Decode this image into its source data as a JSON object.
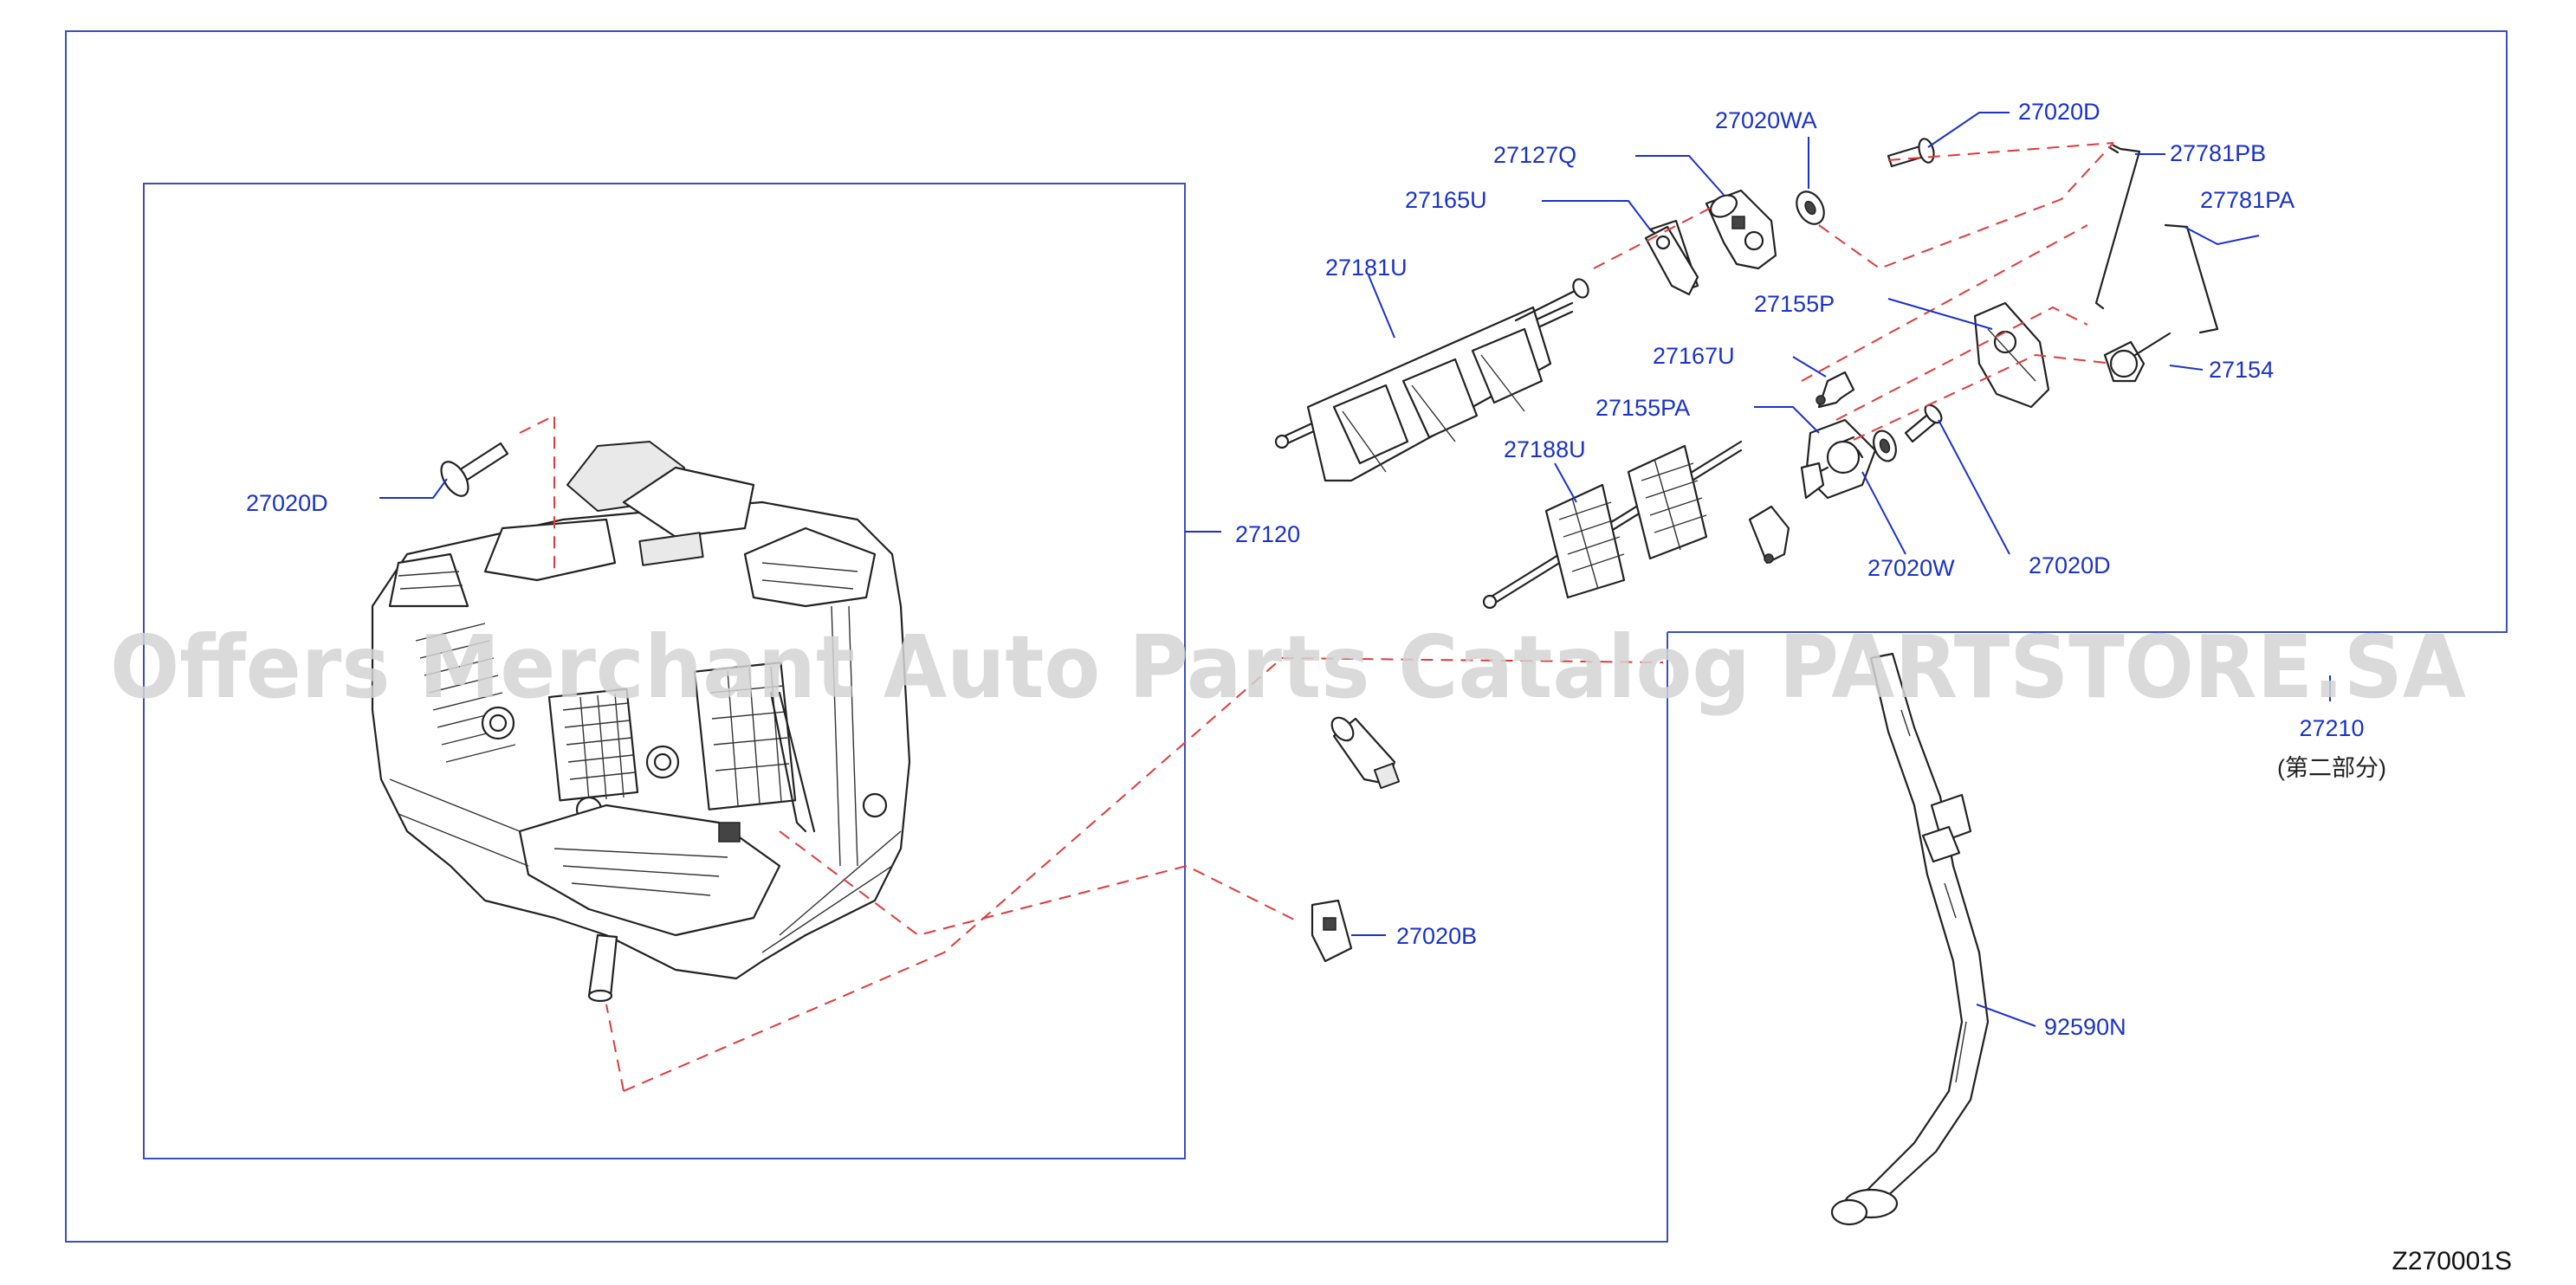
{
  "labels": {
    "p27020WA": "27020WA",
    "p27020D_top": "27020D",
    "p27127Q": "27127Q",
    "p27781PB": "27781PB",
    "p27165U": "27165U",
    "p27781PA": "27781PA",
    "p27181U": "27181U",
    "p27155P": "27155P",
    "p27167U": "27167U",
    "p27154": "27154",
    "p27155PA": "27155PA",
    "p27188U": "27188U",
    "p27020D_left": "27020D",
    "p27120": "27120",
    "p27020W": "27020W",
    "p27020D_right": "27020D",
    "p27210": "27210",
    "p27210_note": "(第二部分)",
    "p27020B": "27020B",
    "p92590N": "92590N"
  },
  "diagram_code": "Z270001S",
  "watermark": "Offers Merchant Auto Parts Catalog PARTSTORE.SA",
  "colors": {
    "label": "#1a32c8",
    "frame": "#3a4fbf",
    "dashed_leader": "#e03a3a",
    "watermark": "#d4d4d4"
  }
}
